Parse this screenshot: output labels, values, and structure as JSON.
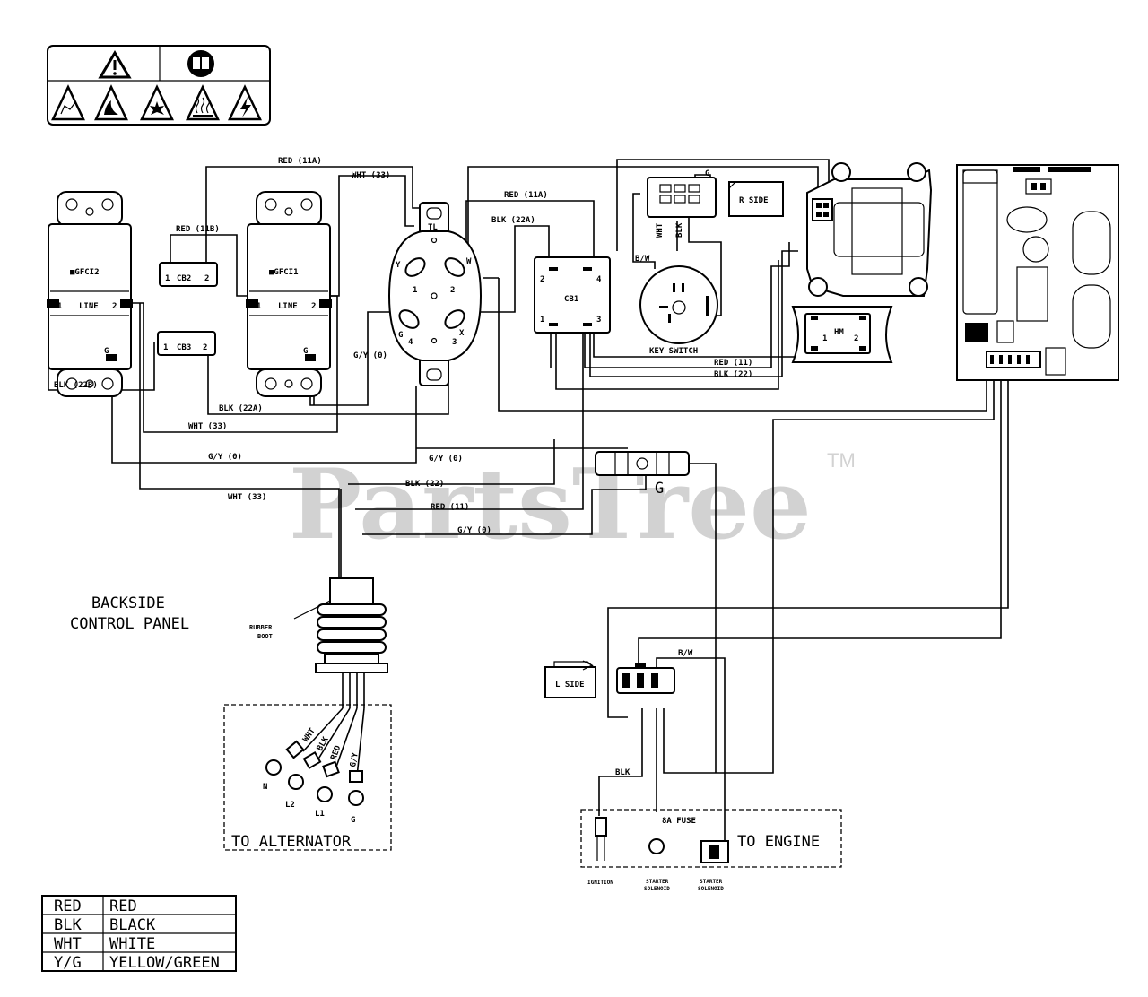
{
  "watermark": {
    "text": "PartsTree",
    "tm": "TM"
  },
  "panel": {
    "backside_line1": "BACKSIDE",
    "backside_line2": "CONTROL PANEL",
    "rubber_boot_line1": "RUBBER",
    "rubber_boot_line2": "BOOT",
    "to_alternator": "TO ALTERNATOR",
    "to_engine": "TO ENGINE",
    "ground": "G"
  },
  "components": {
    "gfci2": {
      "name": "■GFCI2",
      "line": "LINE",
      "p1": "1",
      "p2": "2",
      "g": "G"
    },
    "gfci1": {
      "name": "■GFCI1",
      "line": "LINE",
      "p1": "1",
      "p2": "2",
      "g": "G"
    },
    "cb2": {
      "name": "CB2",
      "p1": "1",
      "p2": "2"
    },
    "cb3": {
      "name": "CB3",
      "p1": "1",
      "p2": "2"
    },
    "cb1": {
      "name": "CB1",
      "p1": "1",
      "p2": "2",
      "p3": "3",
      "p4": "4"
    },
    "receptacle": {
      "tl": "TL",
      "y": "Y",
      "w": "W",
      "g": "G",
      "x": "X",
      "p1": "1",
      "p2": "2",
      "p3": "3",
      "p4": "4"
    },
    "key_switch": {
      "name": "KEY SWITCH",
      "wht": "WHT",
      "blk": "BLK",
      "bw": "B/W",
      "g": "G"
    },
    "hour_meter": {
      "name": "HM",
      "p1": "1",
      "p2": "2"
    },
    "r_side": "R SIDE",
    "l_side": "L SIDE",
    "ba_fuse": "8A FUSE",
    "ignition": "IGNITION",
    "starter1_line1": "STARTER",
    "starter1_line2": "SOLENOID",
    "starter2_line1": "STARTER",
    "starter2_line2": "SOLENOID"
  },
  "wires": {
    "red_11a_top": "RED (11A)",
    "wht_33_top": "WHT (33)",
    "red_11b": "RED (11B)",
    "red_11a_cb1": "RED (11A)",
    "blk_22a_cb1": "BLK (22A)",
    "gy_0_rec": "G/Y (0)",
    "blk_22b": "BLK (22B)",
    "blk_22a": "BLK (22A)",
    "wht_33_mid": "WHT (33)",
    "gy_0_mid": "G/Y (0)",
    "wht_33_low": "WHT (33)",
    "gy_0_g": "G/Y (0)",
    "blk_22_harness": "BLK (22)",
    "red_11_harness": "RED (11)",
    "gy_0_harness": "G/Y (0)",
    "red_11_hm": "RED (11)",
    "blk_22_hm": "BLK (22)",
    "bw_engine": "B/W",
    "blk_engine": "BLK",
    "lead_wht": "WHT",
    "lead_blk": "BLK",
    "lead_red": "RED",
    "lead_gy": "G/Y",
    "term_n": "N",
    "term_l2": "L2",
    "term_l1": "L1",
    "term_g": "G"
  },
  "legend": [
    {
      "code": "RED",
      "color": "RED"
    },
    {
      "code": "BLK",
      "color": "BLACK"
    },
    {
      "code": "WHT",
      "color": "WHITE"
    },
    {
      "code": "Y/G",
      "color": "YELLOW/GREEN"
    }
  ],
  "warning_icons": [
    "warning-triangle-icon",
    "manual-book-icon",
    "asphyxiation-icon",
    "fire-icon",
    "explosion-icon",
    "hot-surface-icon",
    "electric-shock-icon"
  ]
}
